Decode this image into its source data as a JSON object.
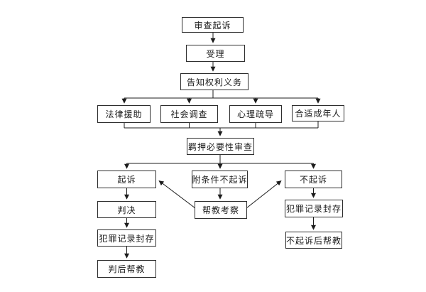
{
  "flowchart": {
    "nodes": {
      "review_prosecution": {
        "label": "审查起诉"
      },
      "acceptance": {
        "label": "受理"
      },
      "inform_rights": {
        "label": "告知权利义务"
      },
      "legal_aid": {
        "label": "法律援助"
      },
      "social_investigation": {
        "label": "社会调查"
      },
      "psychological_counseling": {
        "label": "心理疏导"
      },
      "appropriate_adult": {
        "label": "合适成年人"
      },
      "custody_necessity_review": {
        "label": "羁押必要性审查"
      },
      "prosecute": {
        "label": "起诉"
      },
      "conditional_non_prosecution": {
        "label": "附条件不起诉"
      },
      "non_prosecution": {
        "label": "不起诉"
      },
      "judgment": {
        "label": "判决"
      },
      "record_sealing_after_judgment": {
        "label": "犯罪记录封存"
      },
      "post_judgment_education": {
        "label": "判后帮教"
      },
      "education_inspection": {
        "label": "帮教考察"
      },
      "record_sealing_after_non_prosecution": {
        "label": "犯罪记录封存"
      },
      "post_non_prosecution_education": {
        "label": "不起诉后帮教"
      }
    },
    "edges": [
      {
        "from": "review_prosecution",
        "to": "acceptance"
      },
      {
        "from": "acceptance",
        "to": "inform_rights"
      },
      {
        "from": "inform_rights",
        "to": "legal_aid"
      },
      {
        "from": "inform_rights",
        "to": "social_investigation"
      },
      {
        "from": "inform_rights",
        "to": "psychological_counseling"
      },
      {
        "from": "inform_rights",
        "to": "appropriate_adult"
      },
      {
        "from": "legal_aid",
        "to": "custody_necessity_review"
      },
      {
        "from": "social_investigation",
        "to": "custody_necessity_review"
      },
      {
        "from": "psychological_counseling",
        "to": "custody_necessity_review"
      },
      {
        "from": "appropriate_adult",
        "to": "custody_necessity_review"
      },
      {
        "from": "custody_necessity_review",
        "to": "prosecute"
      },
      {
        "from": "custody_necessity_review",
        "to": "conditional_non_prosecution"
      },
      {
        "from": "custody_necessity_review",
        "to": "non_prosecution"
      },
      {
        "from": "prosecute",
        "to": "judgment"
      },
      {
        "from": "judgment",
        "to": "record_sealing_after_judgment"
      },
      {
        "from": "record_sealing_after_judgment",
        "to": "post_judgment_education"
      },
      {
        "from": "conditional_non_prosecution",
        "to": "education_inspection"
      },
      {
        "from": "education_inspection",
        "to": "prosecute"
      },
      {
        "from": "education_inspection",
        "to": "non_prosecution"
      },
      {
        "from": "non_prosecution",
        "to": "record_sealing_after_non_prosecution"
      },
      {
        "from": "record_sealing_after_non_prosecution",
        "to": "post_non_prosecution_education"
      }
    ],
    "colors": {
      "background": "#ffffff",
      "box_fill": "#ffffff",
      "box_border": "#2e2e2e",
      "line": "#1c1c1c",
      "text": "#1a1a1a"
    }
  }
}
